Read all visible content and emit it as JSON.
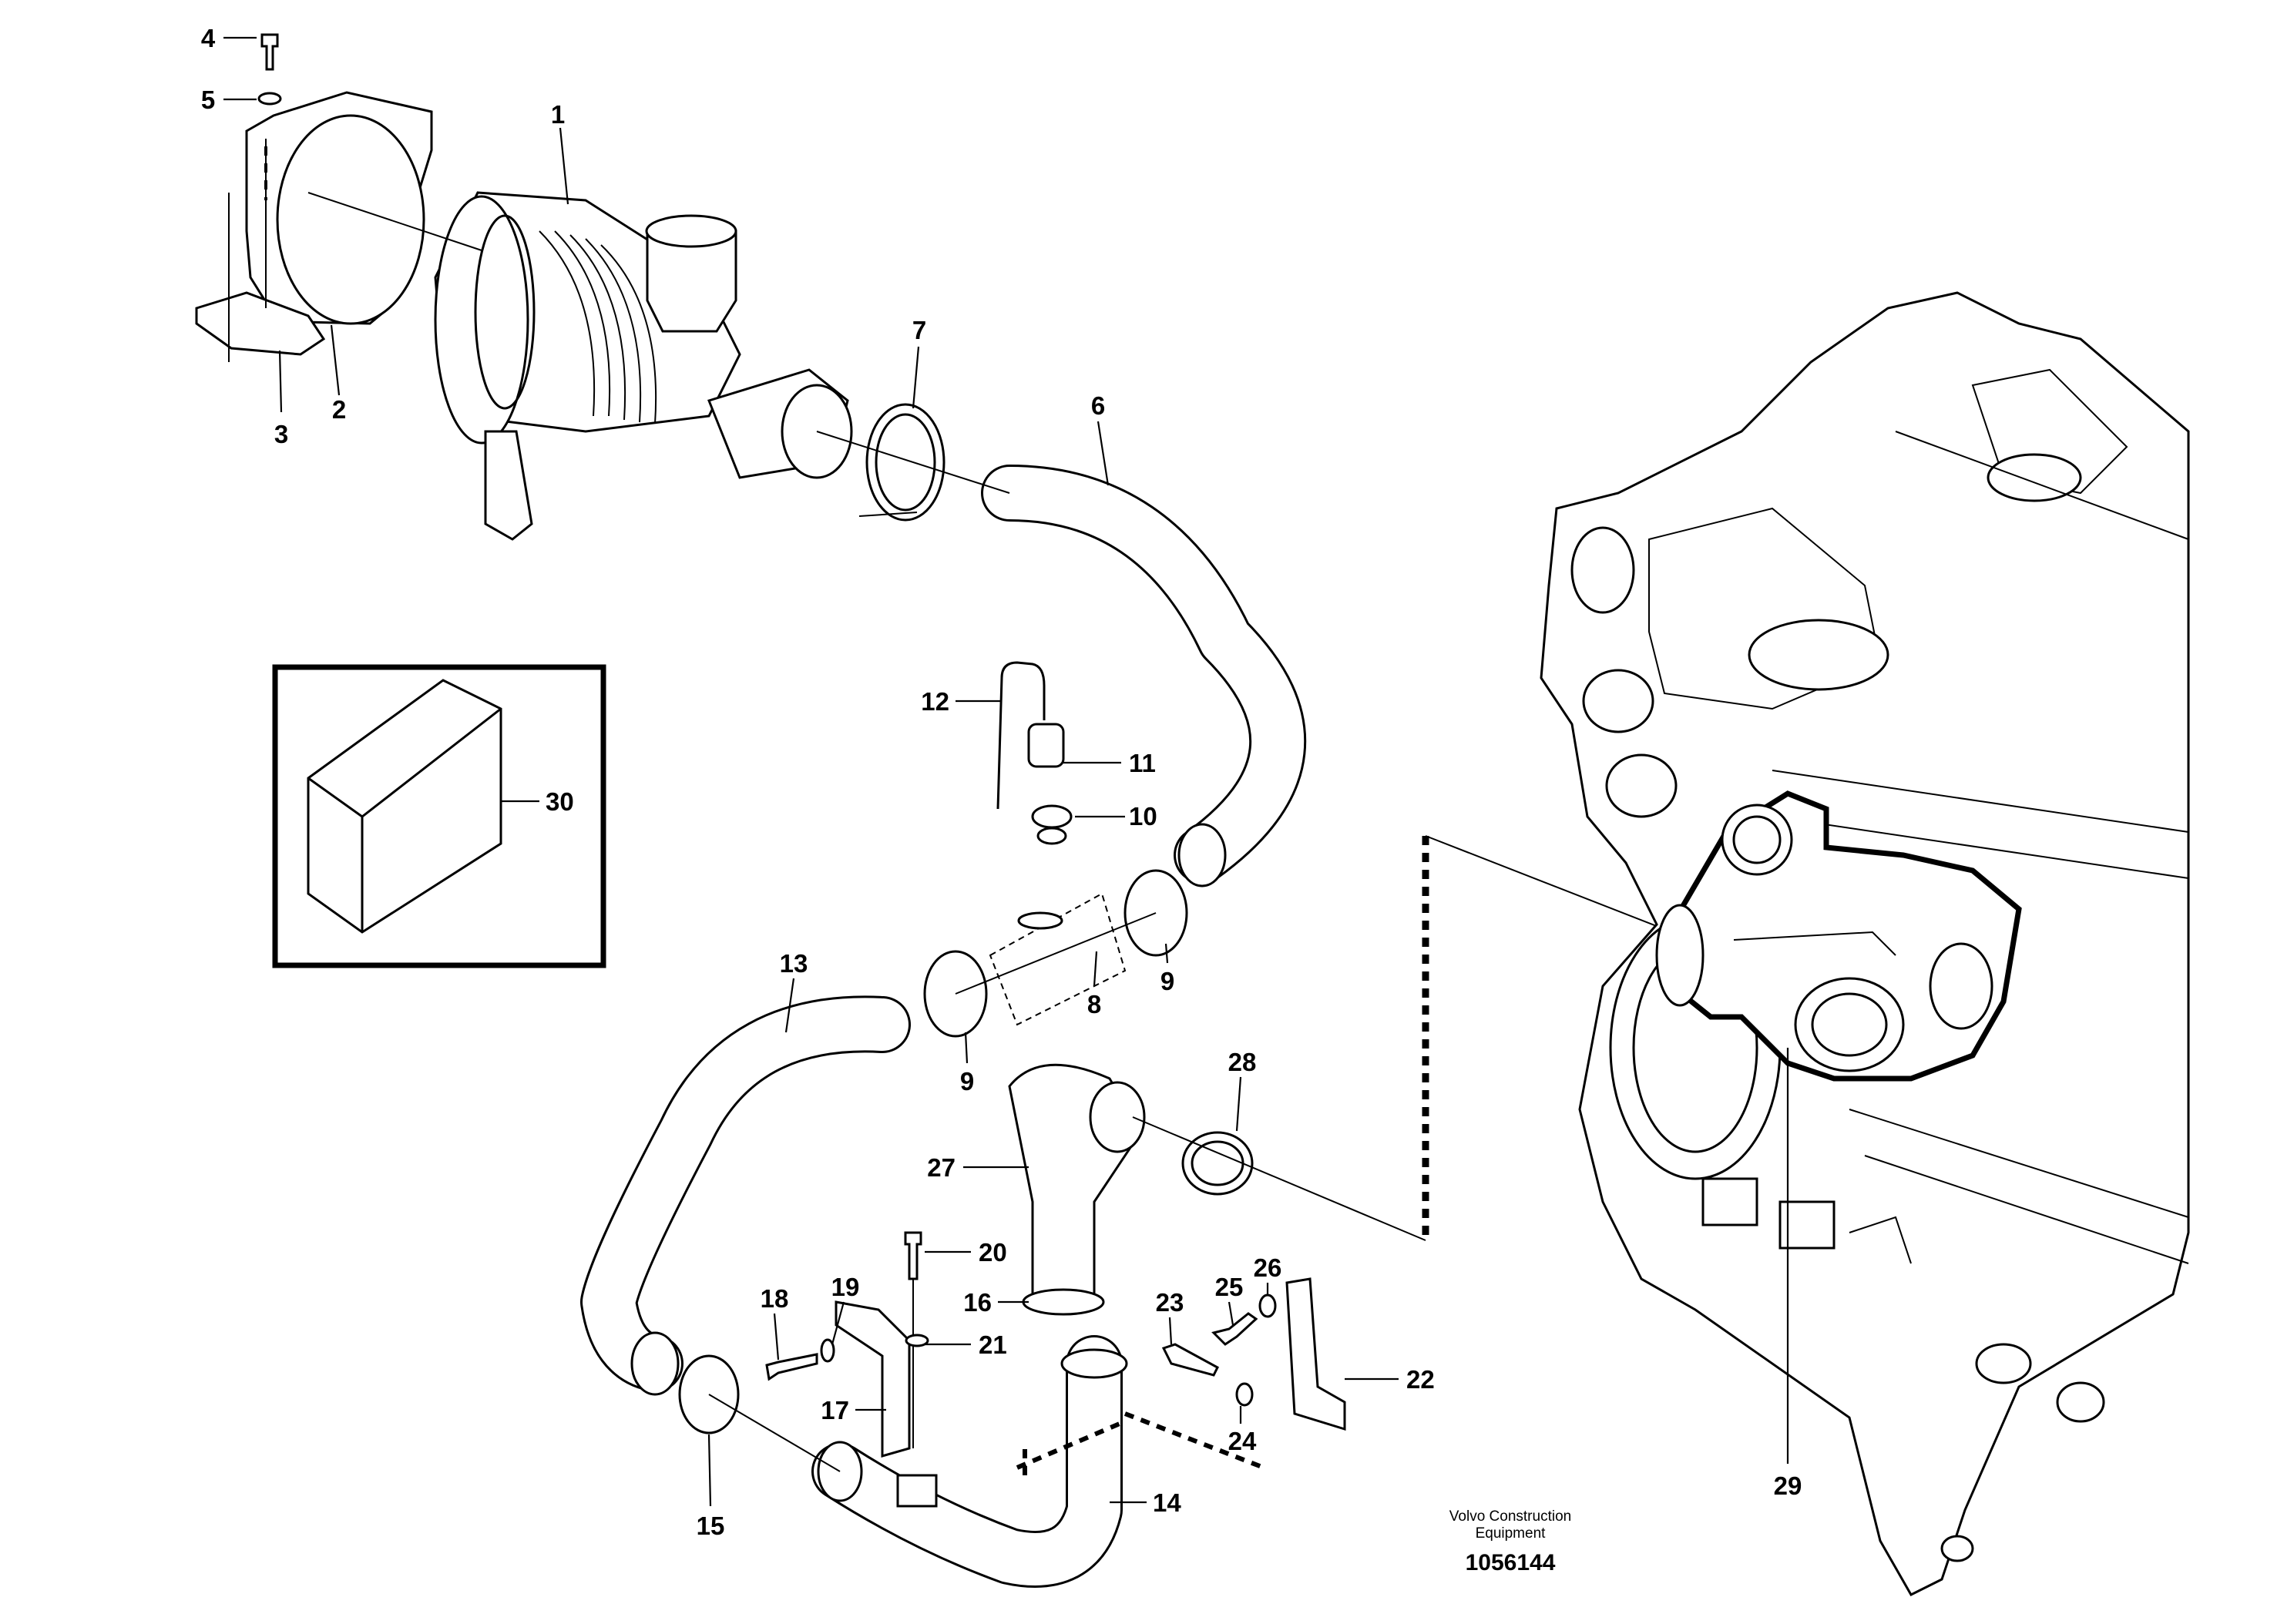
{
  "diagram": {
    "part_labels": [
      "1",
      "2",
      "3",
      "4",
      "5",
      "6",
      "7",
      "8",
      "9",
      "9",
      "10",
      "11",
      "12",
      "13",
      "14",
      "15",
      "16",
      "17",
      "18",
      "19",
      "20",
      "21",
      "22",
      "23",
      "24",
      "25",
      "26",
      "27",
      "28",
      "29",
      "30"
    ],
    "manufacturer_line1": "Volvo Construction",
    "manufacturer_line2": "Equipment",
    "drawing_number": "1056144"
  }
}
